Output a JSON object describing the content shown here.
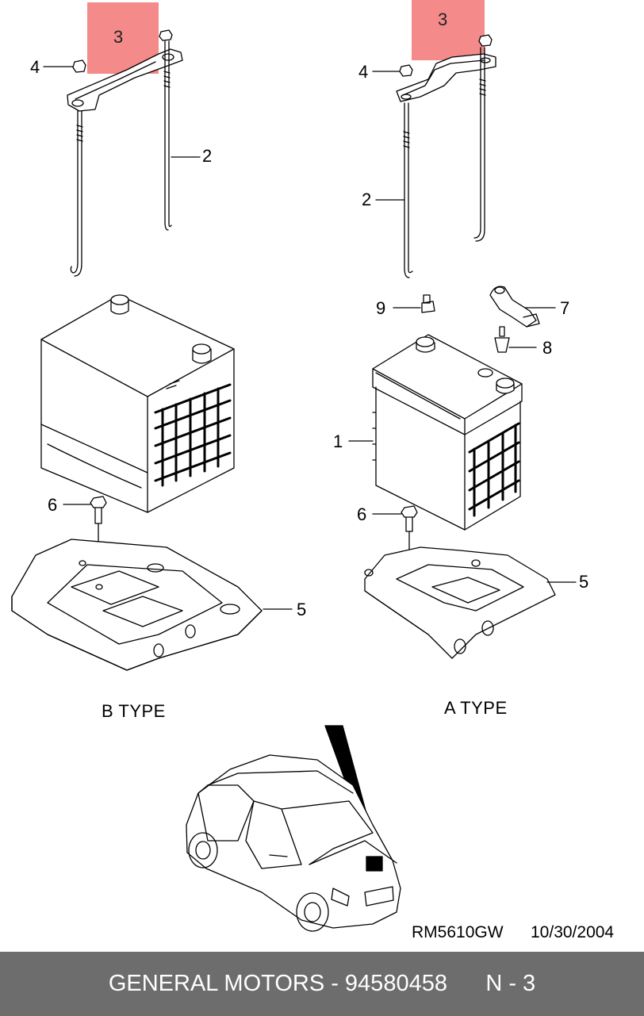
{
  "labels": {
    "b_3": "3",
    "b_4": "4",
    "b_2": "2",
    "b_6": "6",
    "b_5": "5",
    "a_3": "3",
    "a_4": "4",
    "a_2": "2",
    "a_9": "9",
    "a_7": "7",
    "a_8": "8",
    "a_1": "1",
    "a_6": "6",
    "a_5": "5"
  },
  "types": {
    "left": "B TYPE",
    "right": "A TYPE"
  },
  "drawing_code": "RM5610GW",
  "drawing_date": "10/30/2004",
  "footer": {
    "brand_part": "GENERAL MOTORS - 94580458",
    "page": "N - 3"
  },
  "colors": {
    "highlight": "#f48a8a",
    "footer_bg": "#6d6d6d",
    "line": "#000000"
  }
}
